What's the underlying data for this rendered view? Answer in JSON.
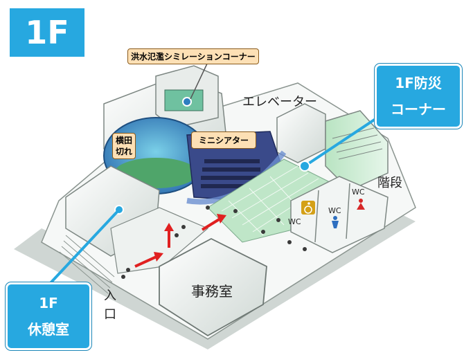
{
  "floor_badge": "1F",
  "callouts": {
    "bousai_line1": "1F防災",
    "bousai_line2": "コーナー",
    "kyukei_line1": "1F",
    "kyukei_line2": "休憩室"
  },
  "tags": {
    "flood_sim": "洪水氾濫シミレーションコーナー",
    "yokota_line1": "横田",
    "yokota_line2": "切れ",
    "mini_theater": "ミニシアター"
  },
  "labels": {
    "elevator": "エレベーター",
    "stairs": "階段",
    "office": "事務室",
    "entrance_1": "入",
    "entrance_2": "口",
    "wc": "WC"
  },
  "colors": {
    "accent_blue": "#27a8e0",
    "tag_fill": "#fde0b5",
    "arrow_red": "#e02020",
    "floor_green": "#bfe6c8"
  },
  "icons": [
    "wheelchair-icon",
    "male-icon",
    "female-icon",
    "arrow-icon"
  ]
}
